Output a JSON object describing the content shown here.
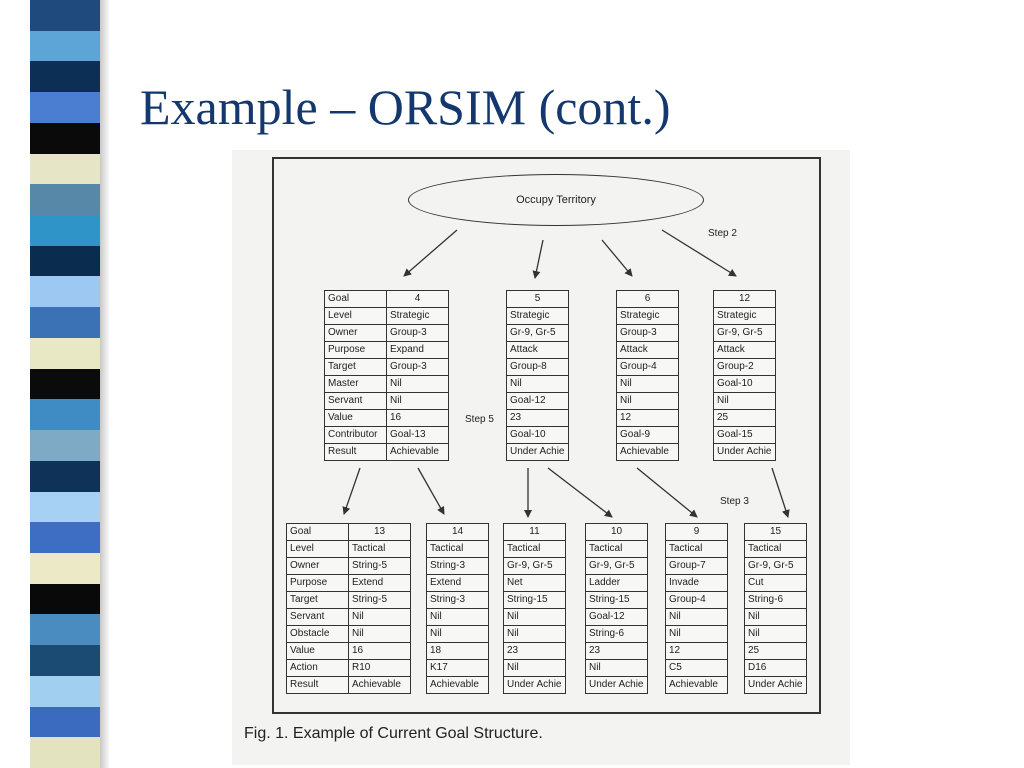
{
  "slide": {
    "title": "Example – ORSIM (cont.)"
  },
  "stripe_colors": [
    "#1f4a7d",
    "#5da4d7",
    "#0c2f56",
    "#4b7ed0",
    "#0a0a0a",
    "#e6e6c6",
    "#5788a8",
    "#2f95c9",
    "#0a2c4e",
    "#9cc8f1",
    "#3b72b6",
    "#e9e8c4",
    "#0b0b0b",
    "#3f8cc4",
    "#7faac5",
    "#0e3258",
    "#a6d0f4",
    "#3d6ec4",
    "#ebe9c6",
    "#090909",
    "#4a8bc0",
    "#1b4a72",
    "#a0cff0",
    "#3a6bbf",
    "#e4e3c0"
  ],
  "figure": {
    "root_goal": "Occupy Territory",
    "steps": {
      "step2": "Step 2",
      "step3": "Step 3",
      "step5": "Step 5"
    },
    "strategic_labels": [
      "Goal",
      "Level",
      "Owner",
      "Purpose",
      "Target",
      "Master",
      "Servant",
      "Value",
      "Contributor",
      "Result"
    ],
    "strategic_goals": [
      {
        "id": "4",
        "values": [
          "Strategic",
          "Group-3",
          "Expand",
          "Group-3",
          "Nil",
          "Nil",
          "16",
          "Goal-13",
          "Achievable"
        ]
      },
      {
        "id": "5",
        "values": [
          "Strategic",
          "Gr-9, Gr-5",
          "Attack",
          "Group-8",
          "Nil",
          "Goal-12",
          "23",
          "Goal-10",
          "Under Achie"
        ]
      },
      {
        "id": "6",
        "values": [
          "Strategic",
          "Group-3",
          "Attack",
          "Group-4",
          "Nil",
          "Nil",
          "12",
          "Goal-9",
          "Achievable"
        ]
      },
      {
        "id": "12",
        "values": [
          "Strategic",
          "Gr-9, Gr-5",
          "Attack",
          "Group-2",
          "Goal-10",
          "Nil",
          "25",
          "Goal-15",
          "Under Achie"
        ]
      }
    ],
    "tactical_labels": [
      "Goal",
      "Level",
      "Owner",
      "Purpose",
      "Target",
      "Servant",
      "Obstacle",
      "Value",
      "Action",
      "Result"
    ],
    "tactical_goals": [
      {
        "id": "13",
        "values": [
          "Tactical",
          "String-5",
          "Extend",
          "String-5",
          "Nil",
          "Nil",
          "16",
          "R10",
          "Achievable"
        ]
      },
      {
        "id": "14",
        "values": [
          "Tactical",
          "String-3",
          "Extend",
          "String-3",
          "Nil",
          "Nil",
          "18",
          "K17",
          "Achievable"
        ]
      },
      {
        "id": "11",
        "values": [
          "Tactical",
          "Gr-9, Gr-5",
          "Net",
          "String-15",
          "Nil",
          "Nil",
          "23",
          "Nil",
          "Under Achie"
        ]
      },
      {
        "id": "10",
        "values": [
          "Tactical",
          "Gr-9, Gr-5",
          "Ladder",
          "String-15",
          "Goal-12",
          "String-6",
          "23",
          "Nil",
          "Under Achie"
        ]
      },
      {
        "id": "9",
        "values": [
          "Tactical",
          "Group-7",
          "Invade",
          "Group-4",
          "Nil",
          "Nil",
          "12",
          "C5",
          "Achievable"
        ]
      },
      {
        "id": "15",
        "values": [
          "Tactical",
          "Gr-9, Gr-5",
          "Cut",
          "String-6",
          "Nil",
          "Nil",
          "25",
          "D16",
          "Under Achie"
        ]
      }
    ],
    "caption": "Fig. 1. Example of Current Goal Structure."
  }
}
